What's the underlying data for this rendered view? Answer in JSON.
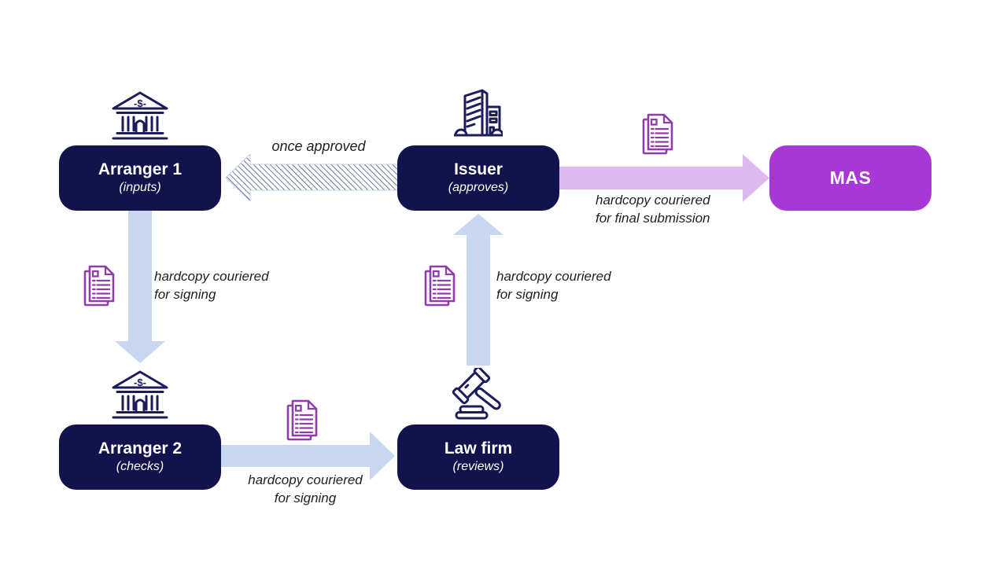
{
  "colors": {
    "node_navy": "#12124d",
    "node_purple": "#a838d6",
    "arrow_blue": "#c7d7f0",
    "arrow_pink": "#deb9ee",
    "hatch_line": "#3a4a7c",
    "hatch_outline": "#c6cede",
    "icon_navy": "#1b1b5e",
    "doc_icon": "#8f3daa",
    "label_text": "#1f1f1f"
  },
  "nodes": {
    "arranger1": {
      "title": "Arranger 1",
      "subtitle": "(inputs)",
      "icon": "bank-icon"
    },
    "issuer": {
      "title": "Issuer",
      "subtitle": "(approves)",
      "icon": "office-building-icon"
    },
    "mas": {
      "title": "MAS"
    },
    "arranger2": {
      "title": "Arranger 2",
      "subtitle": "(checks)",
      "icon": "bank-icon"
    },
    "lawfirm": {
      "title": "Law firm",
      "subtitle": "(reviews)",
      "icon": "gavel-icon"
    }
  },
  "edges": {
    "issuer_to_arranger1": {
      "from": "Issuer",
      "to": "Arranger 1",
      "label": "once approved",
      "style": "hatched-outline",
      "arrow_direction": "left"
    },
    "issuer_to_mas": {
      "from": "Issuer",
      "to": "MAS",
      "label_line1": "hardcopy couriered",
      "label_line2": "for final submission",
      "style": "pink-solid",
      "arrow_direction": "right",
      "icon": "documents-icon"
    },
    "arranger1_to_arranger2": {
      "from": "Arranger 1",
      "to": "Arranger 2",
      "label_line1": "hardcopy couriered",
      "label_line2": "for signing",
      "style": "blue-solid",
      "arrow_direction": "down",
      "icon": "documents-icon"
    },
    "arranger2_to_lawfirm": {
      "from": "Arranger 2",
      "to": "Law firm",
      "label_line1": "hardcopy couriered",
      "label_line2": "for signing",
      "style": "blue-solid",
      "arrow_direction": "right",
      "icon": "documents-icon"
    },
    "lawfirm_to_issuer": {
      "from": "Law firm",
      "to": "Issuer",
      "label_line1": "hardcopy couriered",
      "label_line2": "for signing",
      "style": "blue-solid",
      "arrow_direction": "up",
      "icon": "documents-icon"
    }
  },
  "icons": {
    "bank_pediment_text": "-$-"
  }
}
